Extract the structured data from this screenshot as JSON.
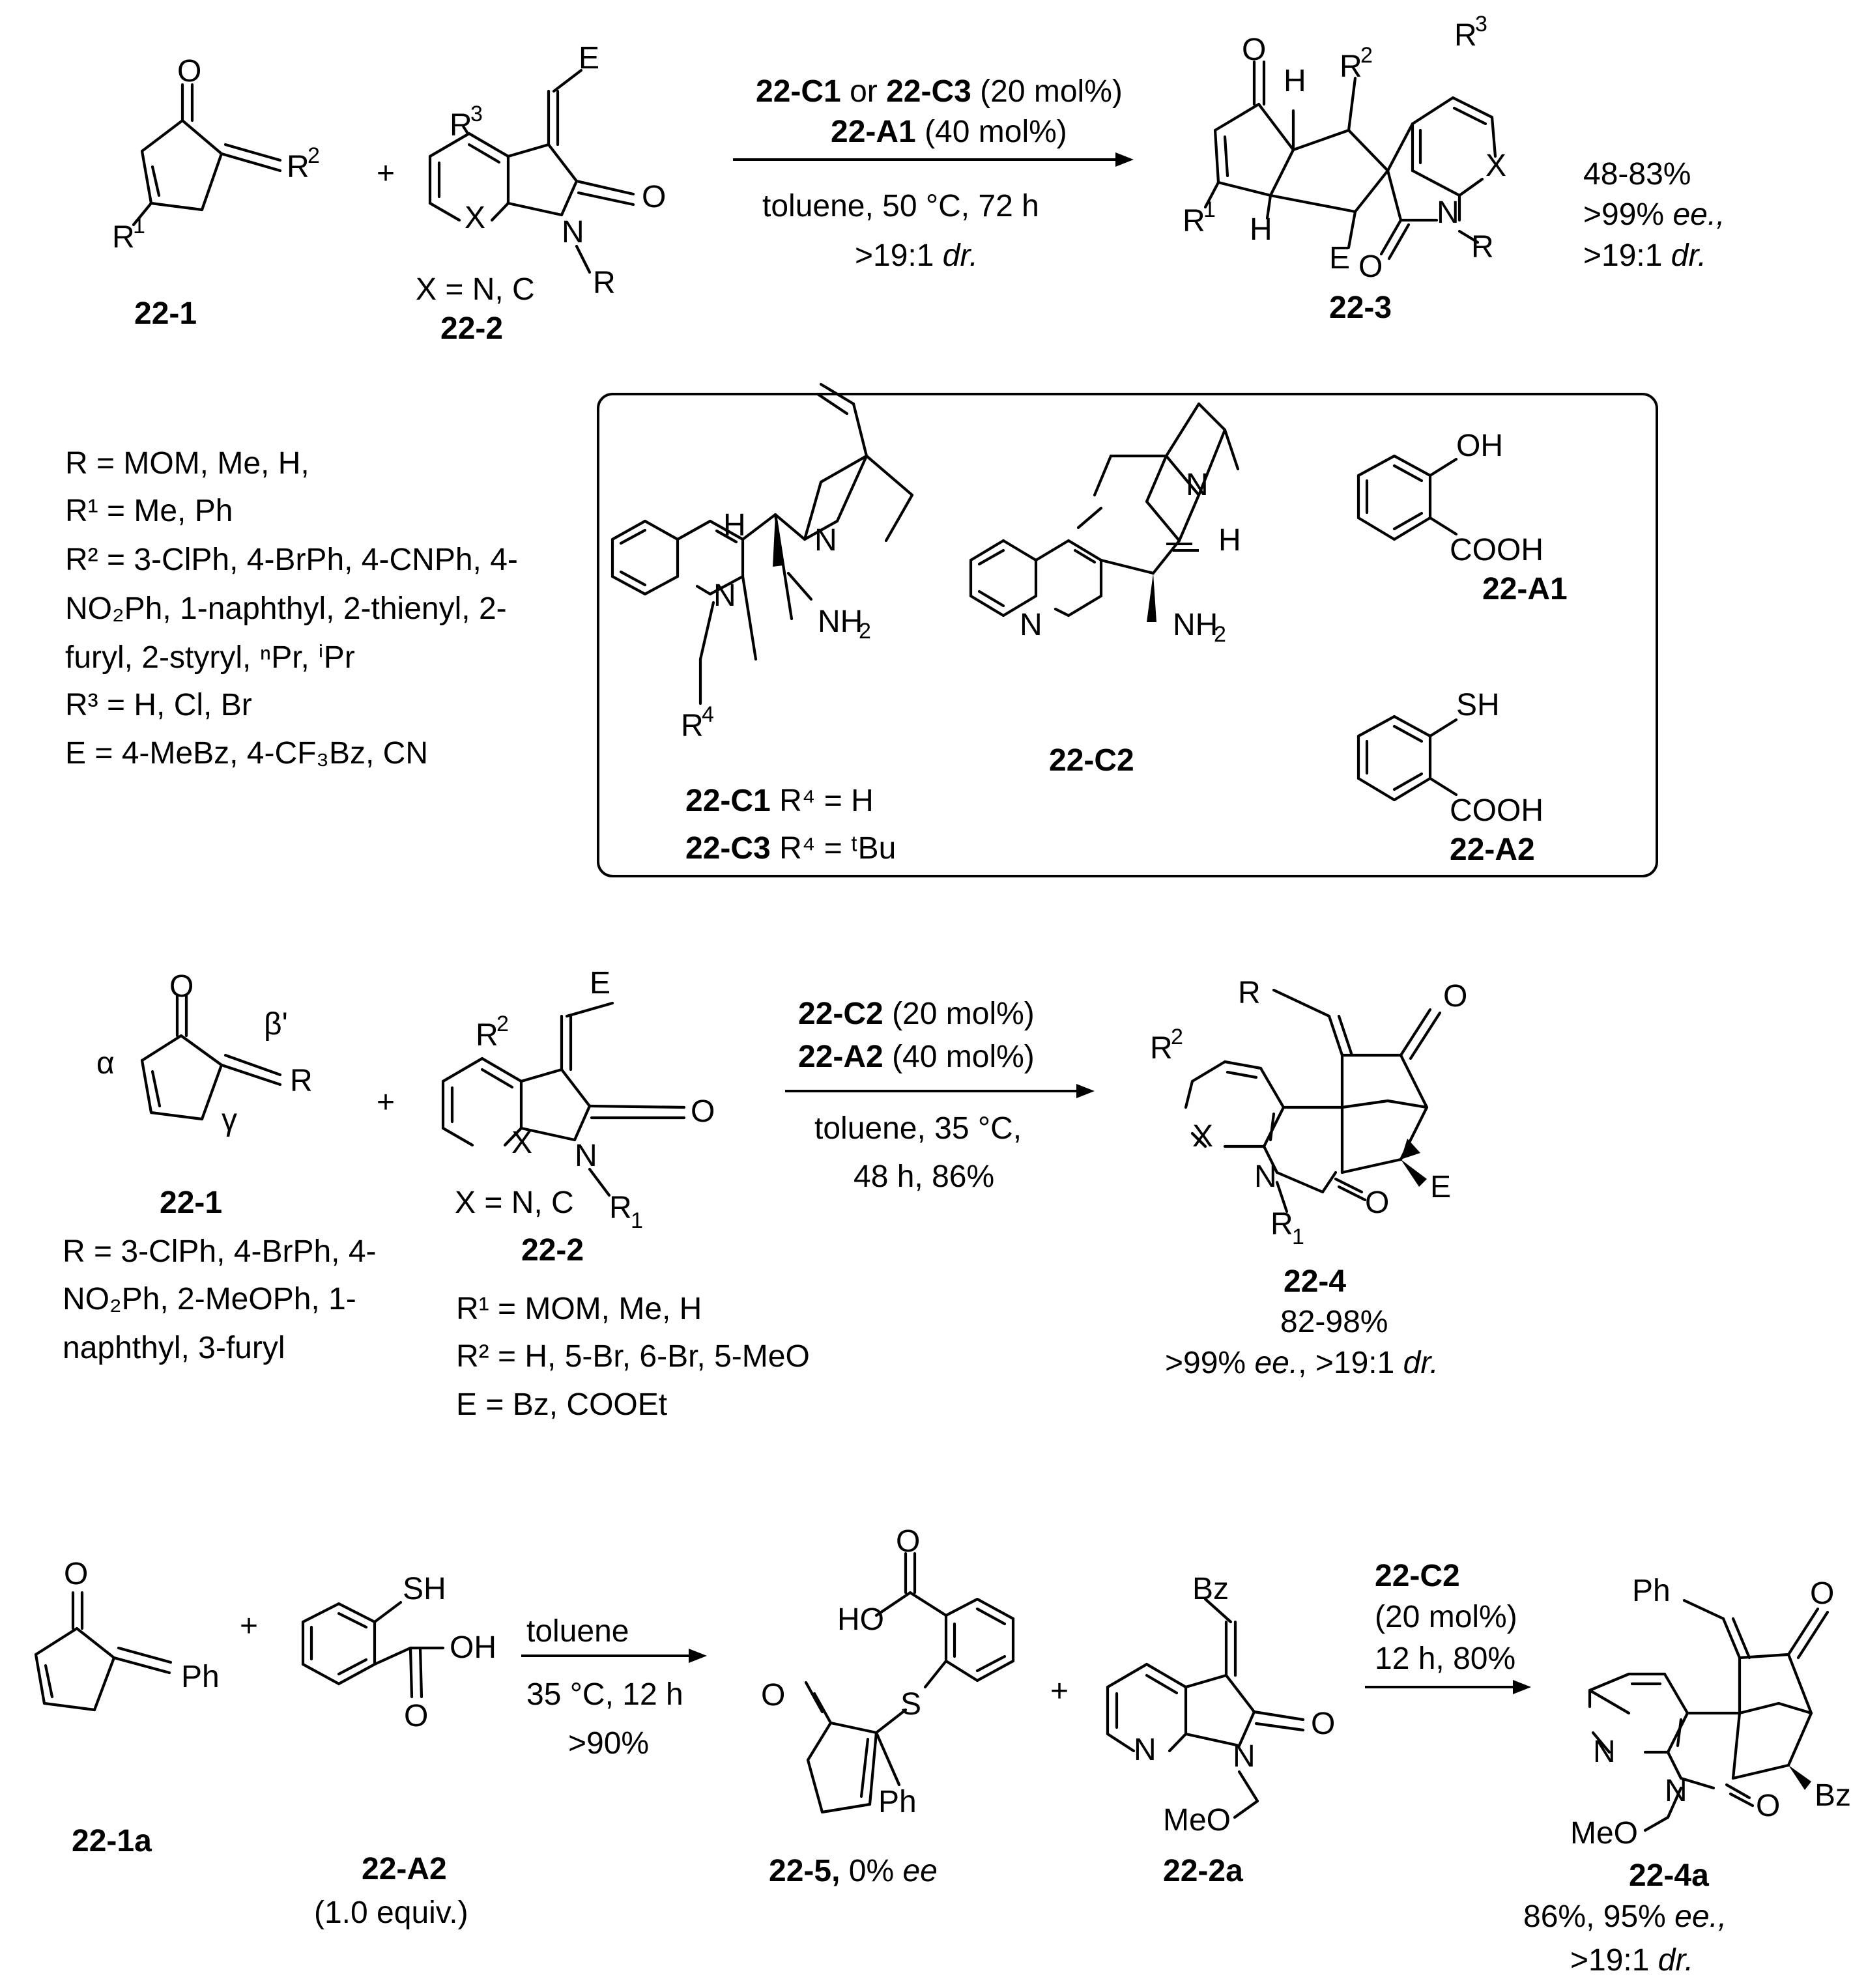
{
  "scheme1": {
    "compound_22_1": "22-1",
    "compound_22_2": "22-2",
    "compound_22_3": "22-3",
    "plus": "+",
    "x_def": "X = N, C",
    "cond_line1_a": "22-C1",
    "cond_line1_or": " or ",
    "cond_line1_b": "22-C3",
    "cond_line1_c": " (20 mol%)",
    "cond_line2_a": "22-A1",
    "cond_line2_b": " (40 mol%)",
    "cond_line3": "toluene, 50 °C, 72 h",
    "cond_line4_a": ">19:1 ",
    "cond_line4_b": "dr.",
    "yield": "48-83%",
    "ee_a": ">99% ",
    "ee_b": "ee.,",
    "dr_a": ">19:1 ",
    "dr_b": "dr.",
    "subst_R": "R = MOM, Me, H,",
    "subst_R1": "R¹ = Me, Ph",
    "subst_R2_1": "R² = 3-ClPh, 4-BrPh, 4-CNPh, 4-",
    "subst_R2_2": "NO₂Ph, 1-naphthyl, 2-thienyl, 2-",
    "subst_R2_3": "furyl, 2-styryl, ⁿPr, ⁱPr",
    "subst_R3": "R³ = H, Cl, Br",
    "subst_E": "E = 4-MeBz, 4-CF₃Bz, CN"
  },
  "catalysts": {
    "c1_label": "22-C1",
    "c1_def": " R⁴ = H",
    "c3_label": "22-C3",
    "c3_def": " R⁴ = ᵗBu",
    "c2_label": "22-C2",
    "a1_label": "22-A1",
    "a2_label": "22-A2",
    "oh": "OH",
    "sh": "SH",
    "cooh": "COOH",
    "nh2": "NH₂",
    "n": "N",
    "h": "H",
    "r4": "R⁴"
  },
  "scheme2": {
    "compound_22_1": "22-1",
    "compound_22_2": "22-2",
    "compound_22_4": "22-4",
    "alpha": "α",
    "beta": "β'",
    "gamma": "γ",
    "x_def": "X = N, C",
    "cond_line1_a": "22-C2",
    "cond_line1_b": " (20 mol%)",
    "cond_line2_a": "22-A2",
    "cond_line2_b": " (40 mol%)",
    "cond_line3": "toluene, 35 °C,",
    "cond_line4": "48 h, 86%",
    "r_def_1": "R = 3-ClPh, 4-BrPh, 4-",
    "r_def_2": "NO₂Ph, 2-MeOPh, 1-",
    "r_def_3": "naphthyl, 3-furyl",
    "r1_def": "R¹ = MOM, Me, H",
    "r2_def": "R² = H, 5-Br, 6-Br, 5-MeO",
    "e_def": "E = Bz, COOEt",
    "yield": "82-98%",
    "ee_a": ">99% ",
    "ee_b": "ee.",
    "ee_c": ", >19:1 ",
    "ee_d": "dr."
  },
  "scheme3": {
    "compound_22_1a": "22-1a",
    "compound_22_A2": "22-A2",
    "equiv": "(1.0 equiv.)",
    "cond1_top": "toluene",
    "cond1_mid": "35 °C, 12 h",
    "cond1_bot": ">90%",
    "compound_22_5": "22-5,",
    "ee_22_5_a": " 0% ",
    "ee_22_5_b": "ee",
    "compound_22_2a": "22-2a",
    "cond2_a": "22-C2",
    "cond2_b": "(20 mol%)",
    "cond2_c": "12 h, 80%",
    "compound_22_4a": "22-4a",
    "res_a": "86%, 95% ",
    "res_b": "ee.,",
    "res_c": ">19:1 ",
    "res_d": "dr.",
    "ph": "Ph",
    "bz": "Bz",
    "meo": "MeO",
    "ho": "HO",
    "oh": "OH"
  }
}
